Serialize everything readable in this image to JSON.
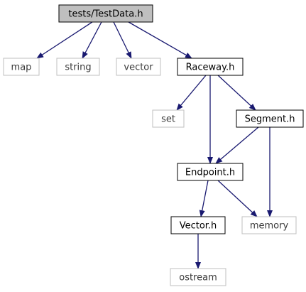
{
  "colors": {
    "edge": "#191970",
    "root_fill": "#bfbfbf",
    "local_border": "#000000",
    "system_border": "#bfbfbf",
    "system_text": "#3a3a3a",
    "text": "#000000"
  },
  "nodes": [
    {
      "id": "testdata",
      "label": "tests/TestData.h",
      "kind": "root"
    },
    {
      "id": "map",
      "label": "map",
      "kind": "system"
    },
    {
      "id": "string",
      "label": "string",
      "kind": "system"
    },
    {
      "id": "vector",
      "label": "vector",
      "kind": "system"
    },
    {
      "id": "raceway",
      "label": "Raceway.h",
      "kind": "local"
    },
    {
      "id": "set",
      "label": "set",
      "kind": "system"
    },
    {
      "id": "segment",
      "label": "Segment.h",
      "kind": "local"
    },
    {
      "id": "endpoint",
      "label": "Endpoint.h",
      "kind": "local"
    },
    {
      "id": "vectorh",
      "label": "Vector.h",
      "kind": "local"
    },
    {
      "id": "memory",
      "label": "memory",
      "kind": "system"
    },
    {
      "id": "ostream",
      "label": "ostream",
      "kind": "system"
    }
  ],
  "edges": [
    {
      "from": "testdata",
      "to": "map"
    },
    {
      "from": "testdata",
      "to": "string"
    },
    {
      "from": "testdata",
      "to": "vector"
    },
    {
      "from": "testdata",
      "to": "raceway"
    },
    {
      "from": "raceway",
      "to": "set"
    },
    {
      "from": "raceway",
      "to": "segment"
    },
    {
      "from": "raceway",
      "to": "endpoint"
    },
    {
      "from": "segment",
      "to": "endpoint"
    },
    {
      "from": "segment",
      "to": "memory"
    },
    {
      "from": "endpoint",
      "to": "vectorh"
    },
    {
      "from": "endpoint",
      "to": "memory"
    },
    {
      "from": "vectorh",
      "to": "ostream"
    }
  ]
}
